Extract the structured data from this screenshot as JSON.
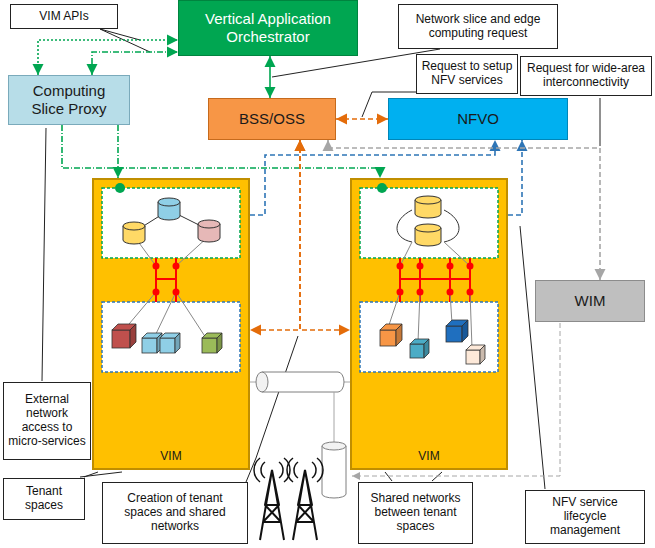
{
  "diagram": {
    "nodes": [
      {
        "text": [
          "VIM APIs"
        ]
      },
      {
        "text": [
          "Vertical Application Orchestrator"
        ]
      },
      {
        "text": [
          "Network slice and edge computing request"
        ]
      },
      {
        "text": [
          "Computing Slice Proxy"
        ]
      },
      {
        "text": [
          "BSS/OSS"
        ]
      },
      {
        "text": [
          "Request to setup NFV services"
        ]
      },
      {
        "text": [
          "NFVO"
        ]
      },
      {
        "text": [
          "Request for wide-area interconnectivity"
        ]
      },
      {
        "text": [
          "WIM"
        ]
      },
      {
        "text": [
          "VIM"
        ]
      },
      {
        "text": [
          "VIM"
        ]
      },
      {
        "text": [
          "External network access to micro-services"
        ]
      },
      {
        "text": [
          "Tenant spaces"
        ]
      },
      {
        "text": [
          "Creation of tenant spaces and shared networks"
        ]
      },
      {
        "text": [
          "Shared networks between tenant spaces"
        ]
      },
      {
        "text": [
          "NFV service lifecycle management"
        ]
      }
    ],
    "edges": [
      {
        "from": 1,
        "to": 4,
        "arrow": "both"
      },
      {
        "from": 4,
        "to": 6,
        "arrow": "both"
      },
      {
        "from": 3,
        "to": 1,
        "arrow": "both"
      },
      {
        "from": 3,
        "to": 1,
        "arrow": "both"
      },
      {
        "from": 3,
        "to": 9,
        "arrow": "to"
      },
      {
        "from": 3,
        "to": 10,
        "arrow": "to"
      },
      {
        "from": 4,
        "to": 9,
        "arrow": "both"
      },
      {
        "from": 4,
        "to": 10,
        "arrow": "both"
      },
      {
        "from": 9,
        "to": 6,
        "arrow": "to"
      },
      {
        "from": 10,
        "to": 6,
        "arrow": "to"
      },
      {
        "from": 4,
        "to": 8,
        "arrow": "both"
      }
    ]
  }
}
